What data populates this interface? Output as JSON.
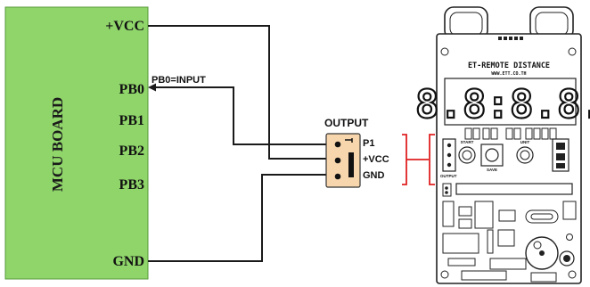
{
  "mcu_board": {
    "label": "MCU BOARD",
    "pins": {
      "vcc": "+VCC",
      "pb0": "PB0",
      "pb1": "PB1",
      "pb2": "PB2",
      "pb3": "PB3",
      "gnd": "GND"
    },
    "fill_color": "#8fd56a"
  },
  "annotation": {
    "pb0_input": "PB0=INPUT"
  },
  "connector": {
    "title": "OUTPUT",
    "pins": [
      "P1",
      "+VCC",
      "GND"
    ],
    "fill_color": "#f8d6ad"
  },
  "module": {
    "title": "ET-REMOTE DISTANCE",
    "subtitle": "WWW.ETT.CO.TH",
    "display": "8.8:8.8.",
    "labels": {
      "output": "OUTPUT",
      "start": "START",
      "save": "SAVE",
      "unit": "UNIT"
    }
  },
  "colors": {
    "wire": "#1a1a1a",
    "bracket": "#e02020",
    "module_outline": "#222222"
  }
}
